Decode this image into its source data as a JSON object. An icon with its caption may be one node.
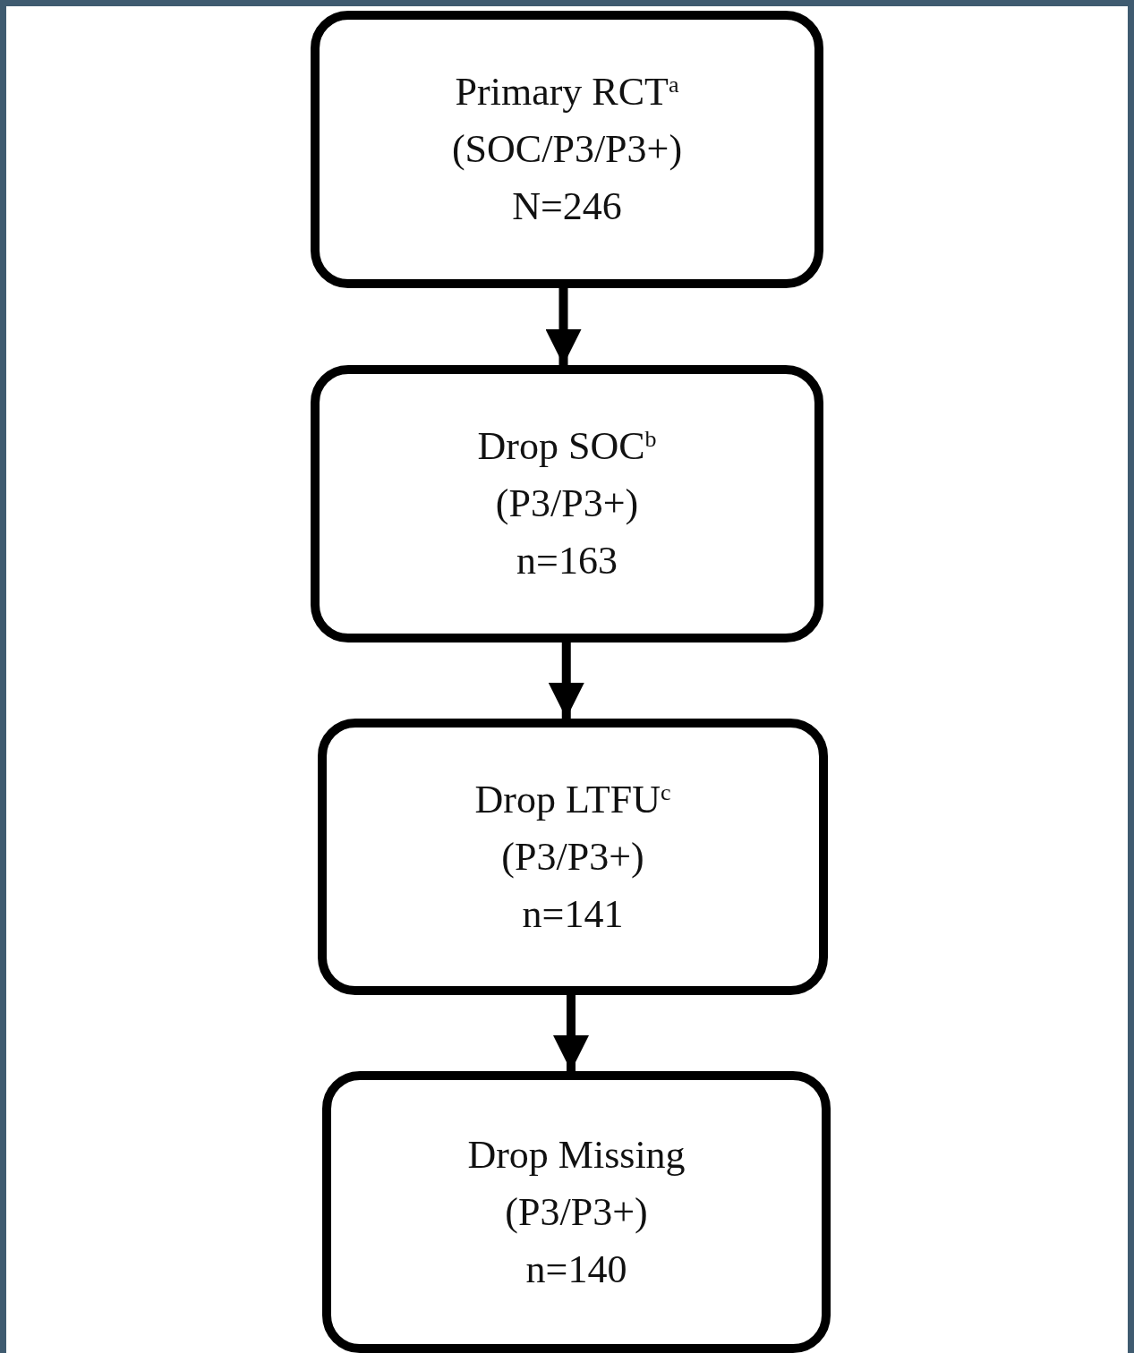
{
  "diagram": {
    "nodes": [
      {
        "text": [
          "Primary RCT$^{a}$",
          "(SOC/P3/P3+)",
          "N=246"
        ]
      },
      {
        "text": [
          "Drop SOC$^{b}$",
          "(P3/P3+)",
          "n=163"
        ]
      },
      {
        "text": [
          "Drop LTFU$^{c}$",
          "(P3/P3+)",
          "n=141"
        ]
      },
      {
        "text": [
          "Drop Missing",
          "(P3/P3+)",
          "n=140"
        ]
      }
    ],
    "edges": [
      {
        "from": 0,
        "to": 1,
        "arrow": "to"
      },
      {
        "from": 1,
        "to": 2,
        "arrow": "to"
      },
      {
        "from": 2,
        "to": 3,
        "arrow": "to"
      }
    ]
  }
}
